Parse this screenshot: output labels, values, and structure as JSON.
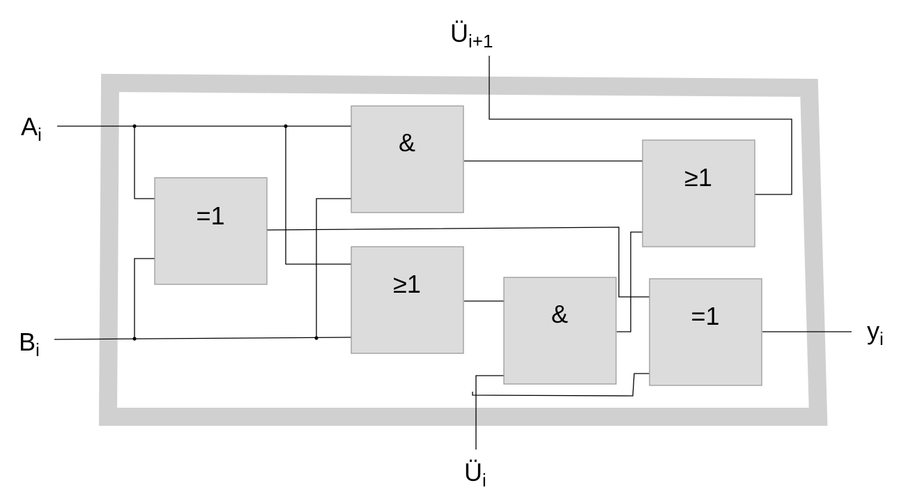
{
  "colors": {
    "background": "#ffffff",
    "frame": "#d0d0d0",
    "gate_fill": "#dcdcdc",
    "gate_stroke": "#9a9a9a",
    "wire": "#000000"
  },
  "labels": {
    "input_a": {
      "main": "A",
      "sub": "i"
    },
    "input_b": {
      "main": "B",
      "sub": "i"
    },
    "carry_in": {
      "main": "Ü",
      "sub": "i"
    },
    "carry_out": {
      "main": "Ü",
      "sub": "i+1"
    },
    "output_y": {
      "main": "y",
      "sub": "i"
    }
  },
  "gates": {
    "xor_input": "=1",
    "and_ab": "&",
    "or_ab": "≥1",
    "and_carry": "&",
    "or_carry": "≥1",
    "xor_output": "=1"
  }
}
